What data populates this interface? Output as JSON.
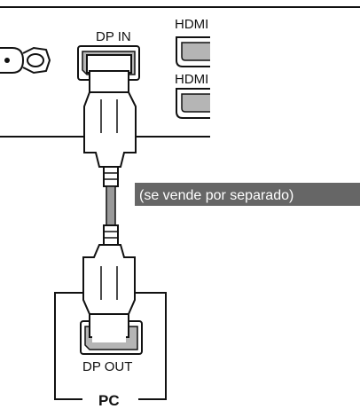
{
  "labels": {
    "dp_in": "DP IN",
    "hdmi_1": "HDMI",
    "hdmi_2": "HDMI",
    "sold_separately": "(se vende por separado)",
    "dp_out": "DP OUT",
    "pc": "PC"
  },
  "colors": {
    "line": "#111111",
    "port_fill": "#b5b5b5",
    "cable_gray": "#999999",
    "badge_bg": "#666666",
    "badge_text": "#ffffff",
    "background": "#ffffff"
  },
  "icons": [
    "audio-jack-icon",
    "displayport-icon",
    "hdmi-port-icon",
    "dp-connector-icon"
  ]
}
